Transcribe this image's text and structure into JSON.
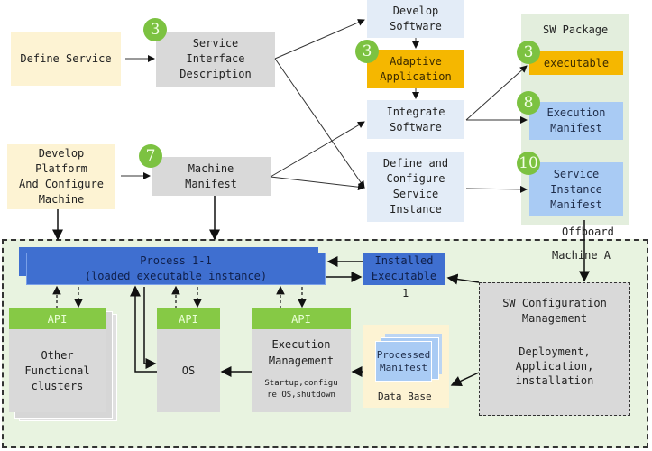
{
  "top": {
    "define_service": "Define Service",
    "service_interface": "Service\nInterface\nDescription",
    "develop_platform": "Develop\nPlatform\nAnd Configure\nMachine",
    "machine_manifest": "Machine\nManifest",
    "develop_software": "Develop\nSoftware",
    "adaptive_application": "Adaptive\nApplication",
    "integrate_software": "Integrate\nSoftware",
    "define_configure": "Define and\nConfigure\nService\nInstance"
  },
  "sw_package": {
    "title": "SW Package",
    "executable": "executable",
    "execution_manifest": "Execution\nManifest",
    "service_instance_manifest": "Service\nInstance\nManifest"
  },
  "badges": {
    "service_interface": "3",
    "machine_manifest": "7",
    "adaptive_application": "3",
    "executable": "3",
    "execution_manifest": "8",
    "service_instance_manifest": "10"
  },
  "labels": {
    "offboard": "Offboard",
    "machine_a": "Machine A"
  },
  "machine": {
    "process": "Process 1-1\n(loaded executable instance)",
    "installed_executable": "Installed\nExecutable",
    "installed_executable_index": "1",
    "api_label": "API",
    "other_clusters": "Other\nFunctional\nclusters",
    "os": "OS",
    "execution_management": "Execution\nManagement",
    "execution_management_desc": "Startup,configu\nre OS,shutdown",
    "processed_manifest": "Processed\nManifest",
    "data_base": "Data Base",
    "sw_config_title": "SW Configuration\nManagement",
    "sw_config_desc": "Deployment,\nApplication,\ninstallation"
  }
}
